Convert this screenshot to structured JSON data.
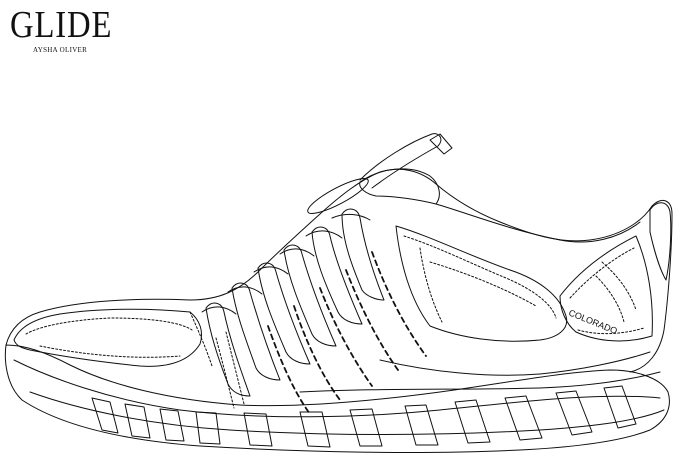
{
  "brand": {
    "title": "GLIDE",
    "designer": "AYSHA OLIVER"
  },
  "shoe": {
    "model_label": "COLORADO",
    "line_color": "#111111",
    "background": "#ffffff"
  }
}
